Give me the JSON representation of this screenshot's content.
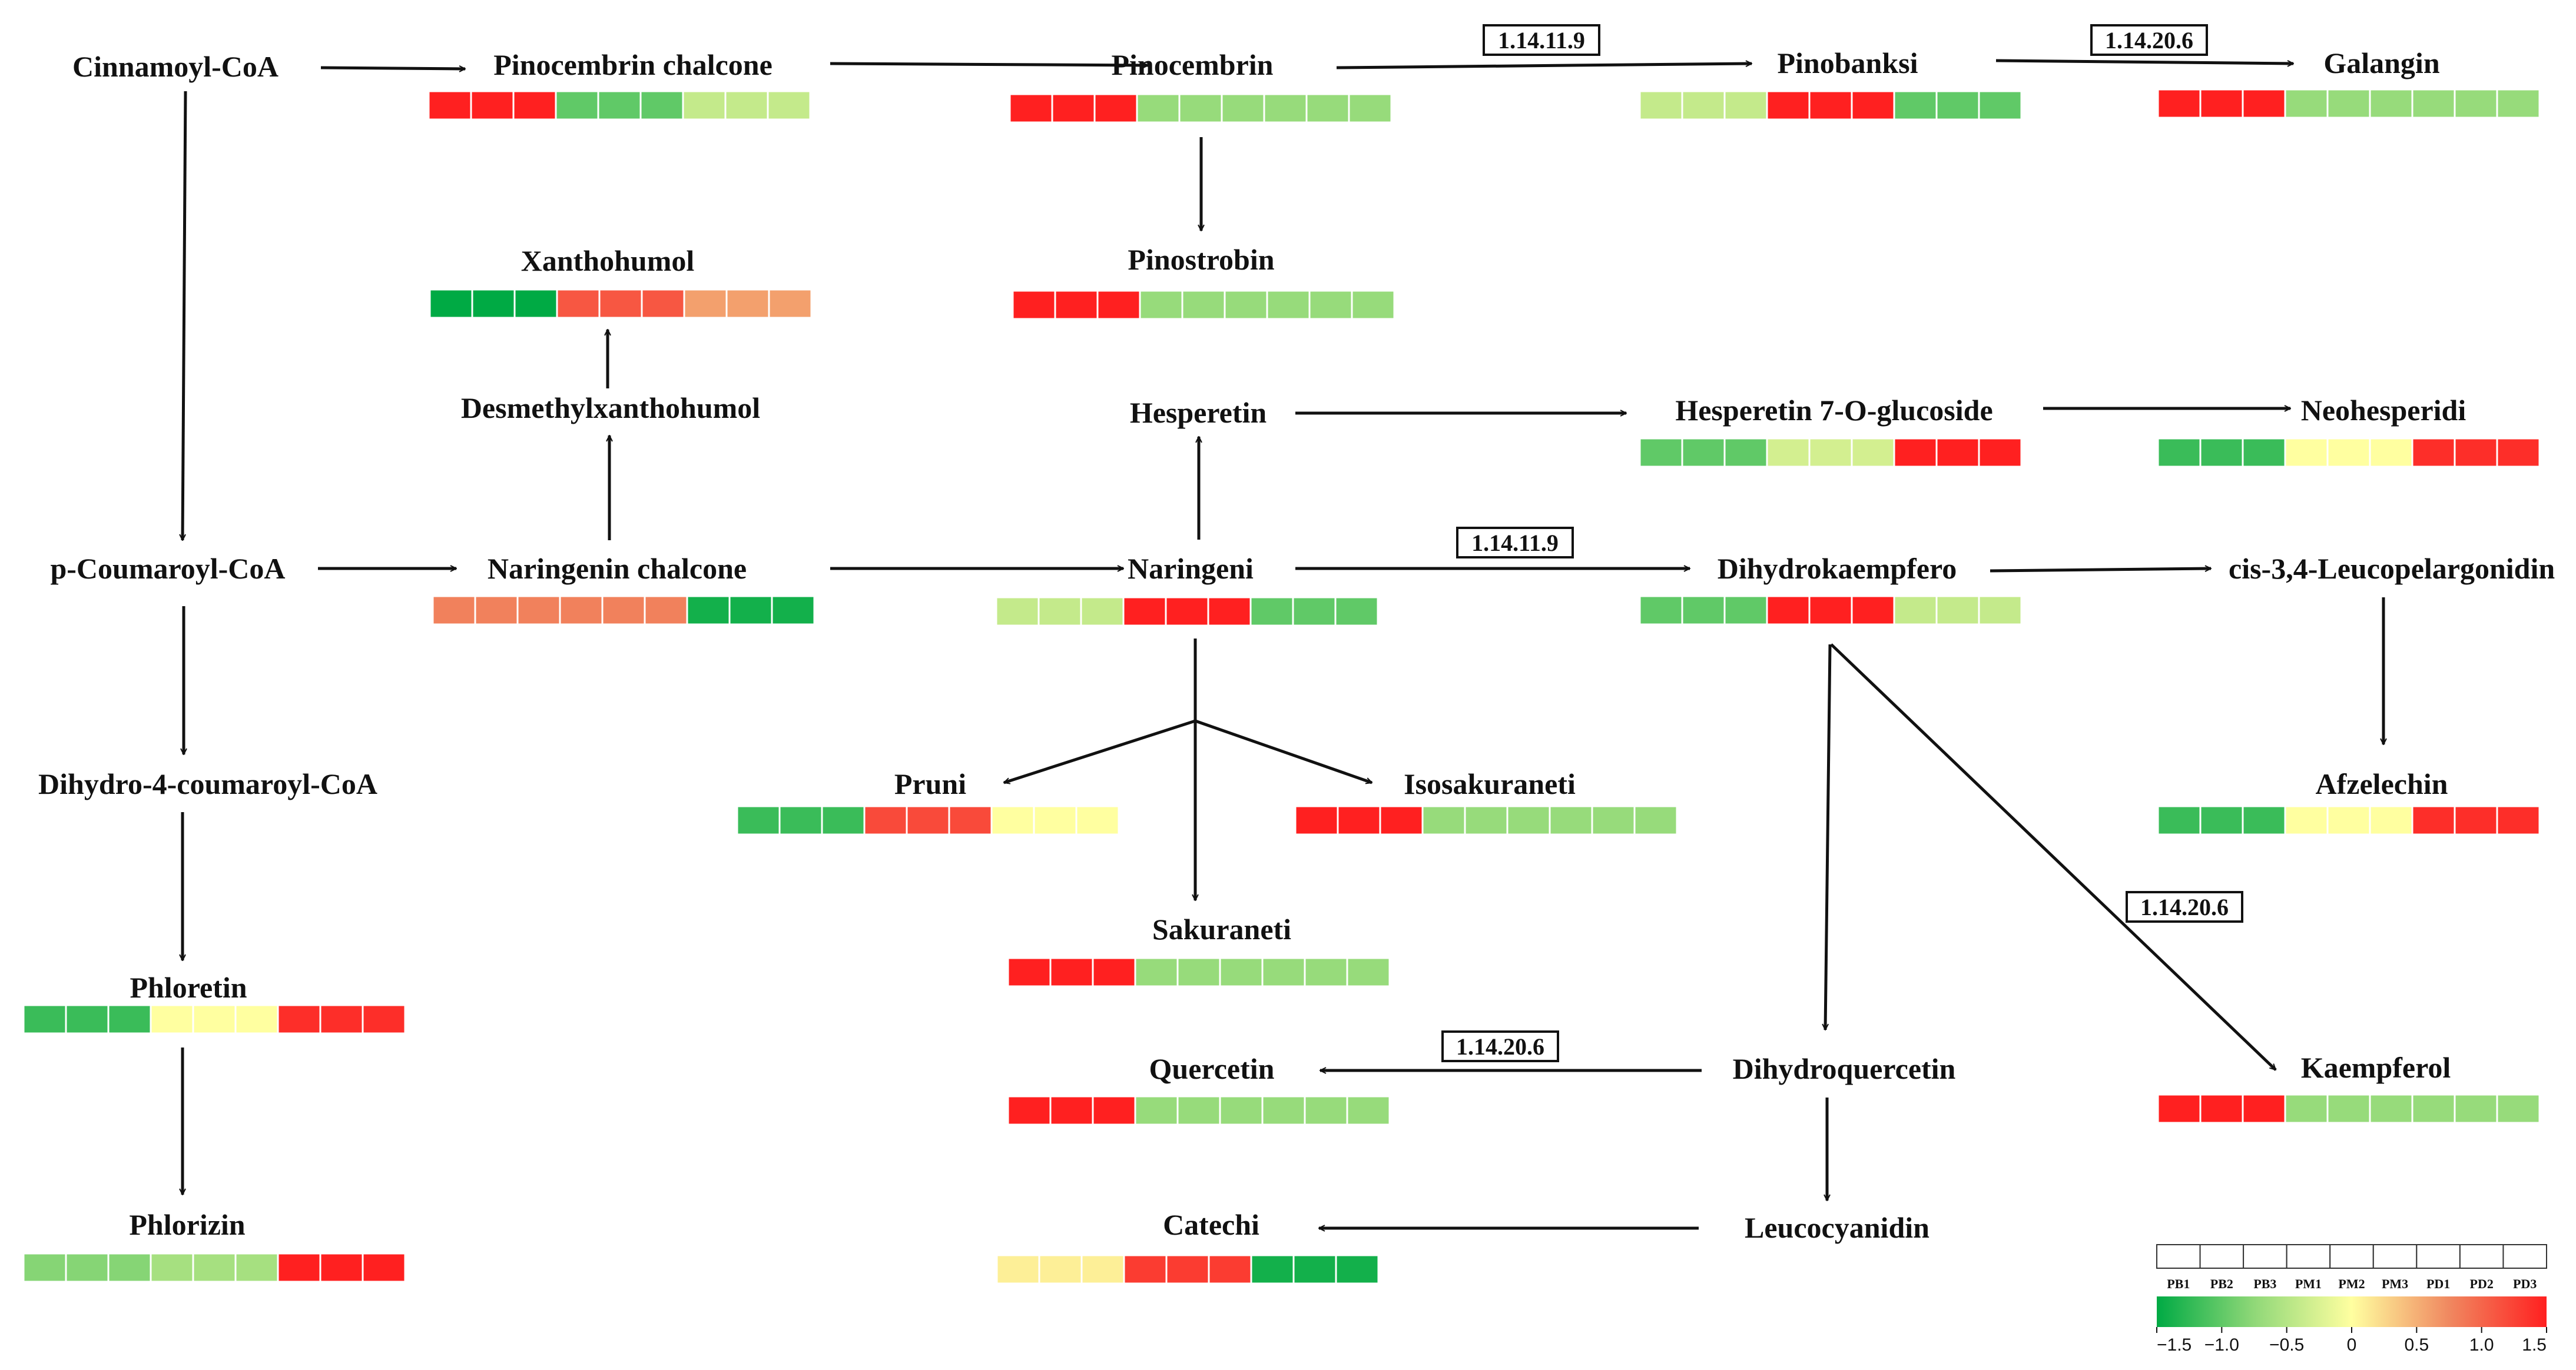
{
  "nodes": [
    {
      "label": "Cinnamoyl-CoA"
    },
    {
      "label": "Pinocembrin chalcone"
    },
    {
      "label": "Pinocembrin"
    },
    {
      "label": "Pinobanksi"
    },
    {
      "label": "Galangin"
    },
    {
      "label": "Xanthohumol"
    },
    {
      "label": "Pinostrobin"
    },
    {
      "label": "Desmethylxanthohumol"
    },
    {
      "label": "Hesperetin"
    },
    {
      "label": "Hesperetin 7-O-glucoside"
    },
    {
      "label": "Neohesperidi"
    },
    {
      "label": "p-Coumaroyl-CoA"
    },
    {
      "label": "Naringenin chalcone"
    },
    {
      "label": "Naringeni"
    },
    {
      "label": "Dihydrokaempfero"
    },
    {
      "label": "cis-3,4-Leucopelargonidin"
    },
    {
      "label": "Dihydro-4-coumaroyl-CoA"
    },
    {
      "label": "Pruni"
    },
    {
      "label": "Isosakuraneti"
    },
    {
      "label": "Afzelechin"
    },
    {
      "label": "Phloretin"
    },
    {
      "label": "Sakuraneti"
    },
    {
      "label": "Quercetin"
    },
    {
      "label": "Dihydroquercetin"
    },
    {
      "label": "Kaempferol"
    },
    {
      "label": "Phlorizin"
    },
    {
      "label": "Catechi"
    },
    {
      "label": "Leucocyanidin"
    }
  ],
  "enzymes": [
    "1.14.11.9",
    "1.14.20.6",
    "1.14.11.9",
    "1.14.20.6",
    "1.14.20.6"
  ],
  "heatmaps": [
    {
      "node": "Pinocembrin chalcone",
      "values": [
        1.5,
        1.5,
        1.5,
        -1.0,
        -1.0,
        -1.0,
        -0.4,
        -0.4,
        -0.4
      ]
    },
    {
      "node": "Pinocembrin",
      "values": [
        1.5,
        1.5,
        1.5,
        -0.7,
        -0.7,
        -0.7,
        -0.7,
        -0.7,
        -0.7
      ]
    },
    {
      "node": "Pinobanksi",
      "values": [
        -0.4,
        -0.4,
        -0.4,
        1.5,
        1.5,
        1.5,
        -1.0,
        -1.0,
        -1.0
      ]
    },
    {
      "node": "Galangin",
      "values": [
        1.5,
        1.5,
        1.5,
        -0.7,
        -0.7,
        -0.7,
        -0.7,
        -0.7,
        -0.7
      ]
    },
    {
      "node": "Xanthohumol",
      "values": [
        -1.5,
        -1.5,
        -1.5,
        1.1,
        1.1,
        1.1,
        0.6,
        0.6,
        0.6
      ]
    },
    {
      "node": "Pinostrobin",
      "values": [
        1.5,
        1.5,
        1.5,
        -0.7,
        -0.7,
        -0.7,
        -0.7,
        -0.7,
        -0.7
      ]
    },
    {
      "node": "Hesperetin 7-O-glucoside",
      "values": [
        -1.0,
        -1.0,
        -1.0,
        -0.3,
        -0.3,
        -0.3,
        1.5,
        1.5,
        1.5
      ]
    },
    {
      "node": "Neohesperidi",
      "values": [
        -1.2,
        -1.2,
        -1.2,
        0.0,
        0.0,
        0.0,
        1.4,
        1.4,
        1.4
      ]
    },
    {
      "node": "Naringenin chalcone",
      "values": [
        0.8,
        0.8,
        0.8,
        0.8,
        0.8,
        0.8,
        -1.4,
        -1.4,
        -1.4
      ]
    },
    {
      "node": "Naringeni",
      "values": [
        -0.4,
        -0.4,
        -0.4,
        1.5,
        1.5,
        1.5,
        -1.0,
        -1.0,
        -1.0
      ]
    },
    {
      "node": "Dihydrokaempfero",
      "values": [
        -1.0,
        -1.0,
        -1.0,
        1.5,
        1.5,
        1.5,
        -0.4,
        -0.4,
        -0.4
      ]
    },
    {
      "node": "Pruni",
      "values": [
        -1.2,
        -1.2,
        -1.2,
        1.2,
        1.2,
        1.2,
        0.0,
        0.0,
        0.0
      ]
    },
    {
      "node": "Isosakuraneti",
      "values": [
        1.5,
        1.5,
        1.5,
        -0.7,
        -0.7,
        -0.7,
        -0.7,
        -0.7,
        -0.7
      ]
    },
    {
      "node": "Afzelechin",
      "values": [
        -1.2,
        -1.2,
        -1.2,
        0.0,
        0.0,
        0.0,
        1.4,
        1.4,
        1.4
      ]
    },
    {
      "node": "Phloretin",
      "values": [
        -1.2,
        -1.2,
        -1.2,
        0.0,
        0.0,
        0.0,
        1.4,
        1.4,
        1.4
      ]
    },
    {
      "node": "Sakuraneti",
      "values": [
        1.5,
        1.5,
        1.5,
        -0.7,
        -0.7,
        -0.7,
        -0.7,
        -0.7,
        -0.7
      ]
    },
    {
      "node": "Quercetin",
      "values": [
        1.5,
        1.5,
        1.5,
        -0.7,
        -0.7,
        -0.7,
        -0.7,
        -0.7,
        -0.7
      ]
    },
    {
      "node": "Kaempferol",
      "values": [
        1.5,
        1.5,
        1.5,
        -0.7,
        -0.7,
        -0.7,
        -0.7,
        -0.7,
        -0.7
      ]
    },
    {
      "node": "Phlorizin",
      "values": [
        -0.8,
        -0.8,
        -0.8,
        -0.6,
        -0.6,
        -0.6,
        1.5,
        1.5,
        1.5
      ]
    },
    {
      "node": "Catechi",
      "values": [
        0.1,
        0.1,
        0.1,
        1.3,
        1.3,
        1.3,
        -1.4,
        -1.4,
        -1.4
      ]
    }
  ],
  "legend": {
    "columns": [
      "PB1",
      "PB2",
      "PB3",
      "PM1",
      "PM2",
      "PM3",
      "PD1",
      "PD2",
      "PD3"
    ],
    "ticks": [
      "−1.5",
      "−1.0",
      "−0.5",
      "0",
      "0.5",
      "1.0",
      "1.5"
    ],
    "tick_values": [
      -1.5,
      -1.0,
      -0.5,
      0,
      0.5,
      1.0,
      1.5
    ],
    "color_stops": [
      "#00aa44",
      "#90d878",
      "#ffffa0",
      "#f08860",
      "#ff2020"
    ]
  }
}
